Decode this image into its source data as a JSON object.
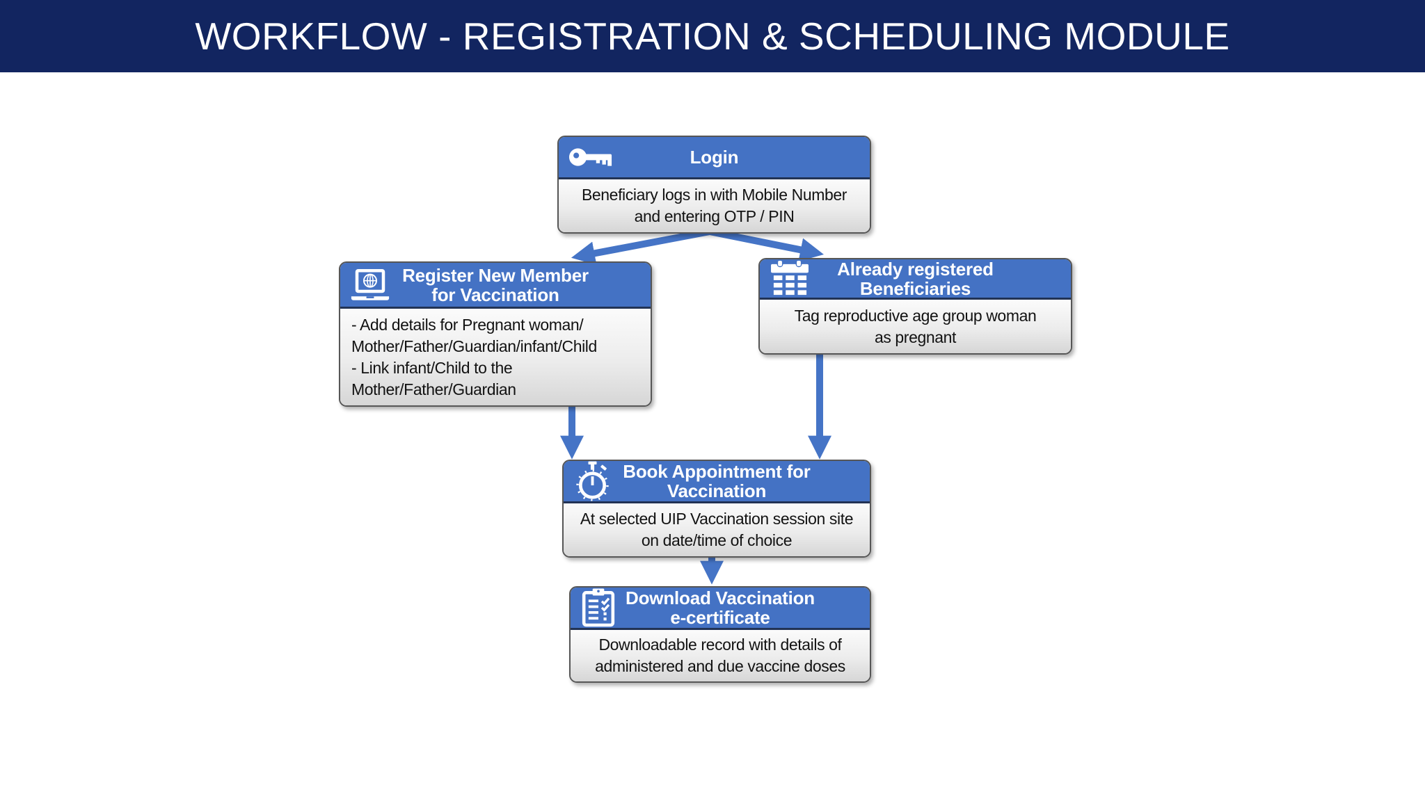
{
  "title_bar": {
    "text": "WORKFLOW - REGISTRATION & SCHEDULING MODULE"
  },
  "colors": {
    "title_bar_bg": "#122560",
    "node_header_bg": "#4472c4",
    "node_body_gradient_top": "#fbfbfb",
    "node_body_gradient_bottom": "#d6d6d6",
    "arrow": "#4574c6",
    "header_text": "#ffffff",
    "body_text": "#121212"
  },
  "nodes": [
    {
      "id": "login",
      "icon": "key-icon",
      "title": "Login",
      "body": "Beneficiary logs in with Mobile Number\nand entering OTP / PIN"
    },
    {
      "id": "register-new-member",
      "icon": "laptop-globe-icon",
      "title": "Register New Member\nfor Vaccination",
      "body": "- Add details for Pregnant woman/\nMother/Father/Guardian/infant/Child\n- Link infant/Child to the\nMother/Father/Guardian"
    },
    {
      "id": "already-registered",
      "icon": "calendar-icon",
      "title": "Already registered\nBeneficiaries",
      "body": "Tag reproductive age group woman\nas pregnant"
    },
    {
      "id": "book-appointment",
      "icon": "stopwatch-icon",
      "title": "Book Appointment for\nVaccination",
      "body": "At selected UIP Vaccination session site\non date/time of choice"
    },
    {
      "id": "download-certificate",
      "icon": "clipboard-checklist-icon",
      "title": "Download Vaccination\ne-certificate",
      "body": "Downloadable record with details of\nadministered and due vaccine doses"
    }
  ]
}
